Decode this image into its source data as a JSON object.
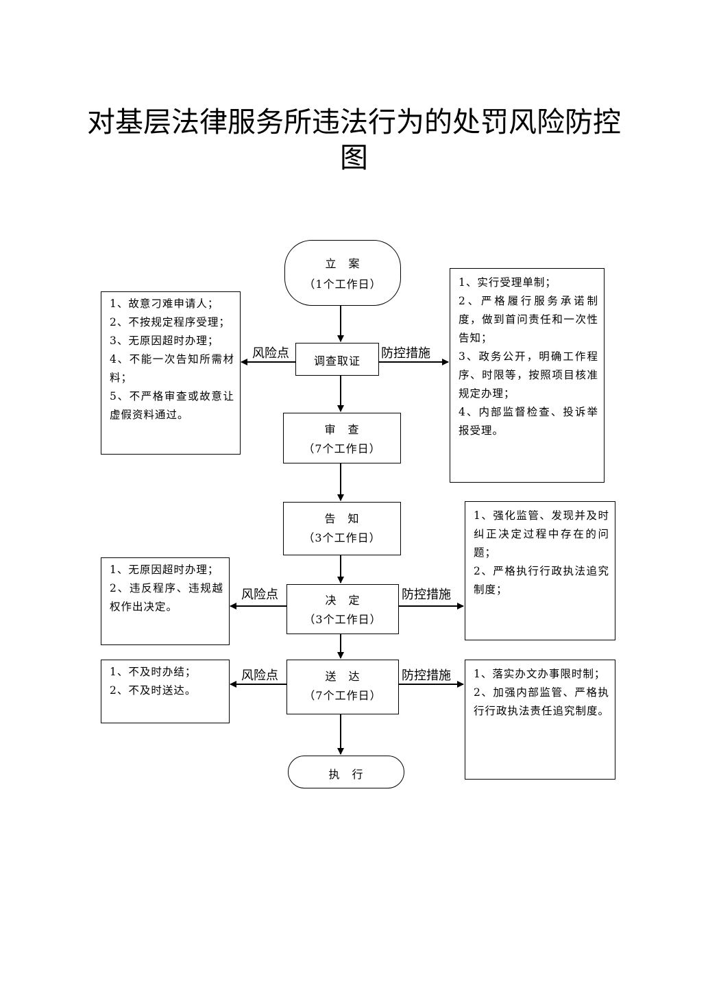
{
  "title": {
    "line1": "对基层法律服务所违法行为的处罚风险防控",
    "line2": "图"
  },
  "steps": [
    {
      "id": "lian",
      "name": "立　案",
      "days": "（1个工作日）"
    },
    {
      "id": "diaocha",
      "name": "调查取证",
      "days": ""
    },
    {
      "id": "shencha",
      "name": "审　查",
      "days": "（7个工作日）"
    },
    {
      "id": "gaozhi",
      "name": "告　知",
      "days": "（3个工作日）"
    },
    {
      "id": "jueding",
      "name": "决　定",
      "days": "（3个工作日）"
    },
    {
      "id": "songda",
      "name": "送　达",
      "days": "（7个工作日）"
    },
    {
      "id": "zhixing",
      "name": "执　行",
      "days": ""
    }
  ],
  "labels": {
    "risk": "风险点",
    "control": "防控措施"
  },
  "risks": [
    {
      "items": [
        "1、故意刁难申请人；",
        "2、不按规定程序受理；",
        "3、无原因超时办理；",
        "4、不能一次告知所需材料；",
        "5、不严格审查或故意让虚假资料通过。"
      ]
    },
    {
      "items": [
        "1、无原因超时办理；",
        "2、违反程序、违规越权作出决定。"
      ]
    },
    {
      "items": [
        "1、不及时办结；",
        "2、不及时送达。"
      ]
    }
  ],
  "controls": [
    {
      "items": [
        "1、实行受理单制；",
        "2、严格履行服务承诺制度，做到首问责任和一次性告知；",
        "3、政务公开，明确工作程序、时限等，按照项目核准规定办理；",
        "4、内部监督检查、投诉举报受理。"
      ]
    },
    {
      "items": [
        "1、强化监管、发现并及时纠正决定过程中存在的问题；",
        "2、严格执行行政执法追究制度；"
      ]
    },
    {
      "items": [
        "1、落实办文办事限时制；",
        "2、加强内部监管、严格执行行政执法责任追究制度。"
      ]
    }
  ]
}
